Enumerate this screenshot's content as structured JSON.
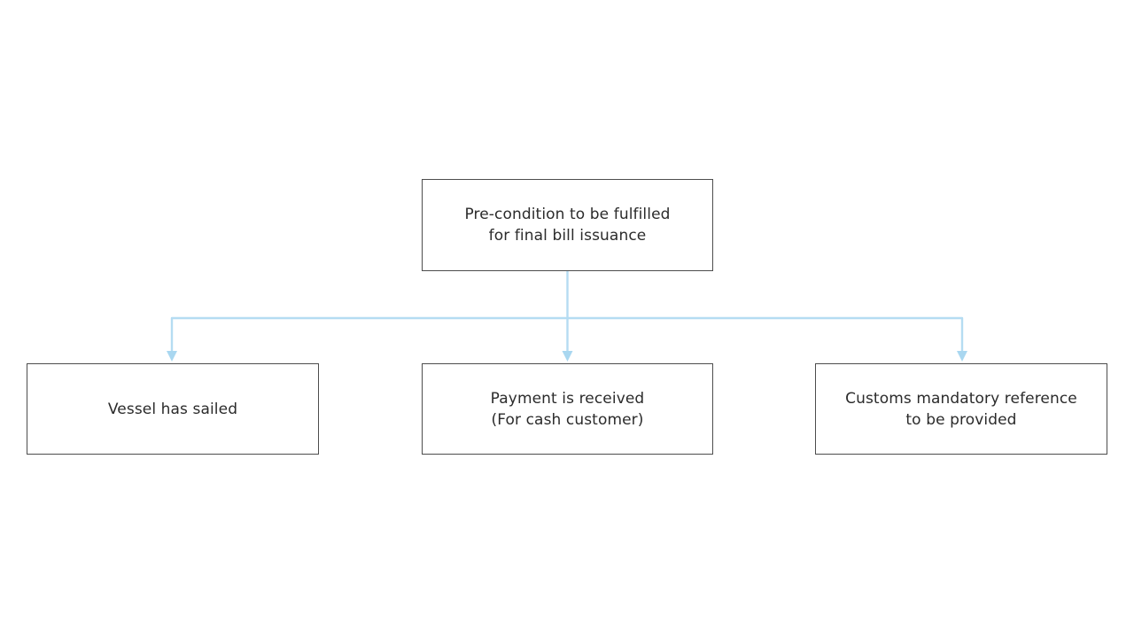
{
  "diagram": {
    "type": "tree-flowchart",
    "orientation": "top-down",
    "background_color": "#ffffff",
    "node_border_color": "#4d4d4d",
    "node_fill_color": "#ffffff",
    "text_color": "#2b2b2b",
    "connector_color": "#b5dcf2",
    "root": {
      "id": "node-root",
      "label": "Pre-condition to be fulfilled\nfor final bill issuance"
    },
    "children": [
      {
        "id": "node-child-0",
        "label": "Vessel has sailed"
      },
      {
        "id": "node-child-1",
        "label": "Payment is received\n(For cash customer)"
      },
      {
        "id": "node-child-2",
        "label": "Customs mandatory reference\nto be provided"
      }
    ],
    "connectors": [
      {
        "from": "node-root",
        "to": "node-child-0",
        "style": "elbow",
        "arrowhead": "down"
      },
      {
        "from": "node-root",
        "to": "node-child-1",
        "style": "straight",
        "arrowhead": "down"
      },
      {
        "from": "node-root",
        "to": "node-child-2",
        "style": "elbow",
        "arrowhead": "down"
      }
    ]
  }
}
